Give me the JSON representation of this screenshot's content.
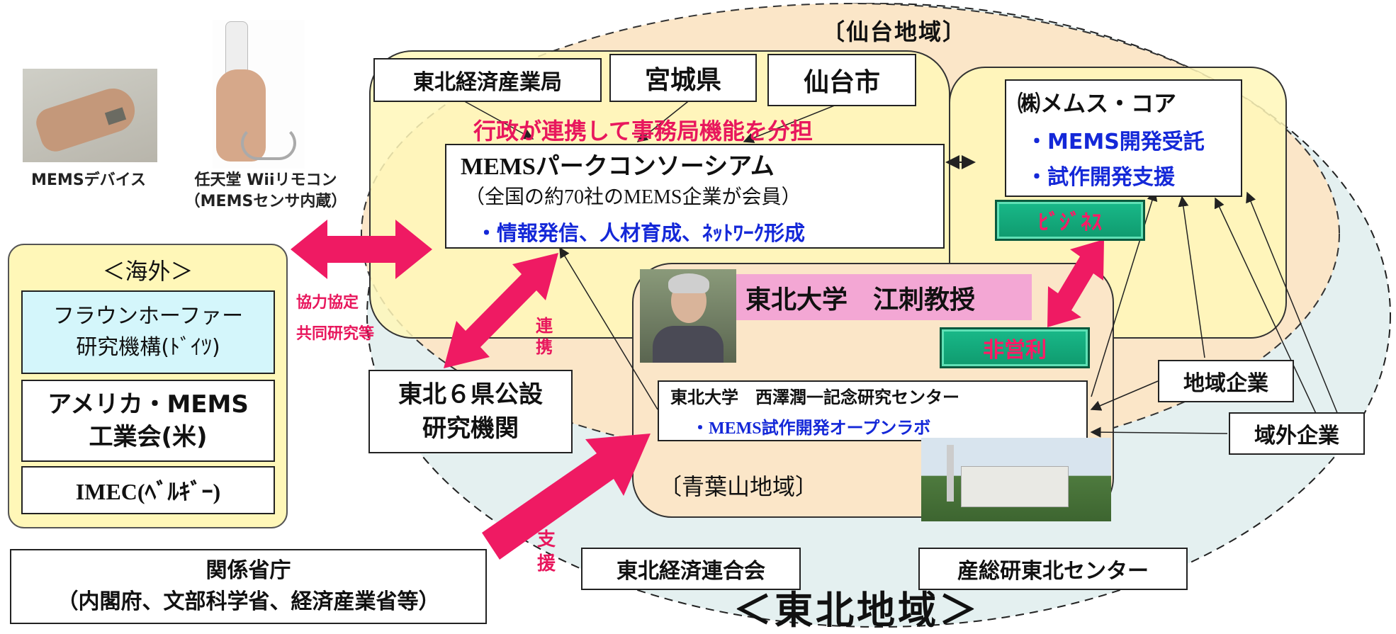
{
  "photos": {
    "mems_device_caption": "MEMSデバイス",
    "wii_caption_line1": "任天堂 Wiiリモコン",
    "wii_caption_line2": "（MEMSセンサ内蔵）"
  },
  "overseas": {
    "title": "＜海外＞",
    "fraunhofer_line1": "フラウンホーファー",
    "fraunhofer_line2": "研究機構(ﾄﾞｲﾂ)",
    "america_line1": "アメリカ・MEMS",
    "america_line2": "工業会(米)",
    "imec": "IMEC(ﾍﾞﾙｷﾞｰ)"
  },
  "cooperation_label_line1": "協力協定",
  "cooperation_label_line2": "共同研究等",
  "ministries_line1": "関係省庁",
  "ministries_line2": "（内閣府、文部科学省、経済産業省等）",
  "sendai": {
    "region_label": "〔仙台地域〕",
    "tohoku_meti": "東北経済産業局",
    "miyagi": "宮城県",
    "sendai_city": "仙台市",
    "admin_note": "行政が連携して事務局機能を分担",
    "consortium_title": "MEMSパークコンソーシアム",
    "consortium_sub": "（全国の約70社のMEMS企業が会員）",
    "consortium_bullet": "・情報発信、人材育成、ﾈｯﾄﾜｰｸ形成",
    "memscore_title": "㈱メムス・コア",
    "memscore_b1": "・MEMS開発受託",
    "memscore_b2": "・試作開発支援",
    "business_badge": "ﾋﾞｼﾞﾈｽ"
  },
  "aobayama": {
    "professor": "東北大学　江刺教授",
    "nonprofit_badge": "非営利",
    "center_title": "東北大学　西澤潤一記念研究センター",
    "center_bullet": "・MEMS試作開発オープンラボ",
    "region_label": "〔青葉山地域〕"
  },
  "six_prefectures_line1": "東北６県公設",
  "six_prefectures_line2": "研究機関",
  "renkei_label": "連携",
  "shien_label": "支援",
  "regional_companies": "地域企業",
  "outside_companies": "域外企業",
  "tohoku_economic_federation": "東北経済連合会",
  "aist_tohoku": "産総研東北センター",
  "tohoku_region_title": "＜東北地域＞",
  "colors": {
    "accent_red": "#e8175d",
    "bullet_blue": "#1428d8",
    "badge_green": "#19b989",
    "outer_ellipse": "#e4f0f0",
    "inner_region": "#fbe6c8",
    "sendai_region": "#fff7b8"
  }
}
